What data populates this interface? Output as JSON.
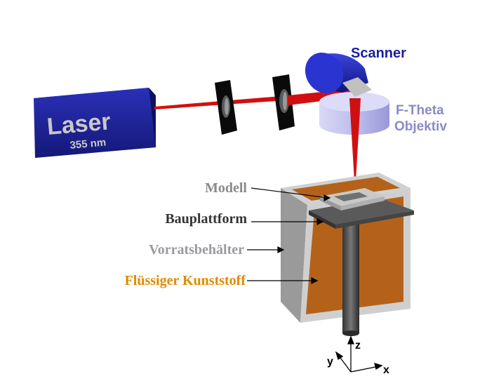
{
  "laser": {
    "title": "Laser",
    "wavelength": "355 nm"
  },
  "scanner": {
    "label": "Scanner"
  },
  "objective": {
    "line1": "F-Theta",
    "line2": "Objektiv"
  },
  "callouts": {
    "model": "Modell",
    "platform": "Bauplattform",
    "tank": "Vorratsbehälter",
    "resin": "Flüssiger Kunststoff"
  },
  "axes": {
    "z": "z",
    "y": "y",
    "x": "x"
  },
  "colors": {
    "laser_blue": "#1a1f9e",
    "beam_red": "#d01010",
    "resin": "#b4621a",
    "tank_gray": "#c9c9c9",
    "platform": "#555555",
    "lens": "#c9c9f0",
    "resin_label": "#e08a00",
    "model_label": "#8a8a8a",
    "platform_label": "#333333",
    "tank_label": "#9a9aa0"
  }
}
